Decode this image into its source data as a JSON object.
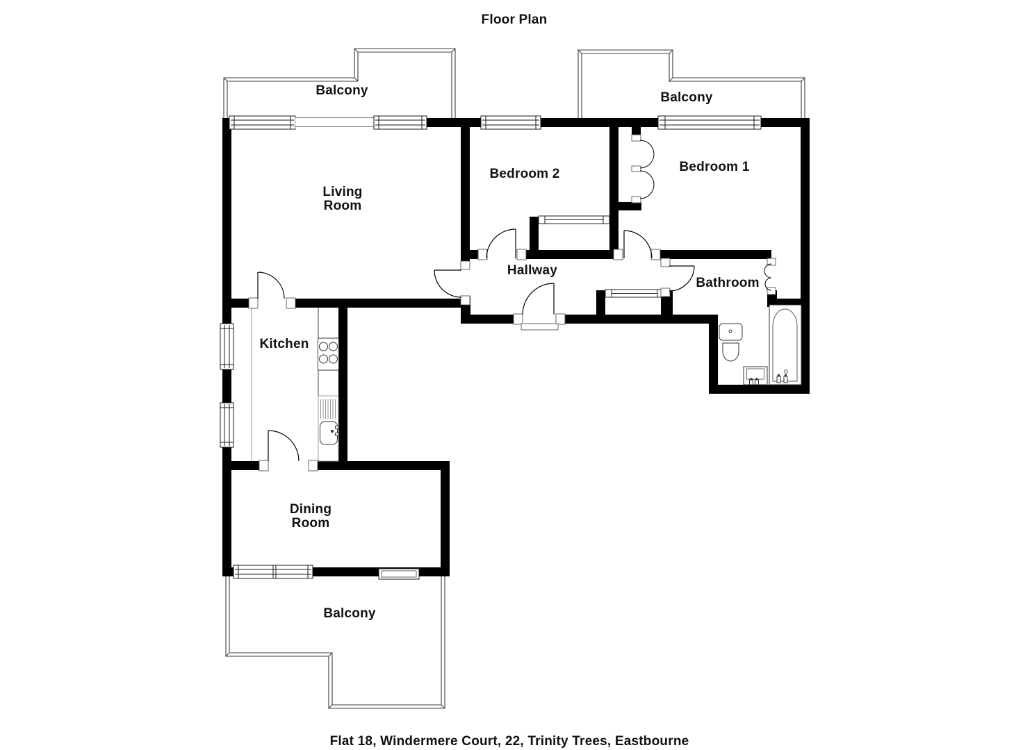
{
  "title": "Floor Plan",
  "caption": "Flat 18, Windermere Court, 22, Trinity Trees, Eastbourne",
  "rooms": {
    "living_room": "Living\nRoom",
    "bedroom2": "Bedroom 2",
    "bedroom1": "Bedroom 1",
    "hallway": "Hallway",
    "bathroom": "Bathroom",
    "kitchen": "Kitchen",
    "dining_room": "Dining\nRoom"
  },
  "balconies": {
    "top_left": "Balcony",
    "top_right": "Balcony",
    "bottom": "Balcony"
  },
  "colors": {
    "wall": "#000000",
    "background": "#ffffff",
    "text": "#111111",
    "balcony_outline": "#3d3d3d"
  }
}
